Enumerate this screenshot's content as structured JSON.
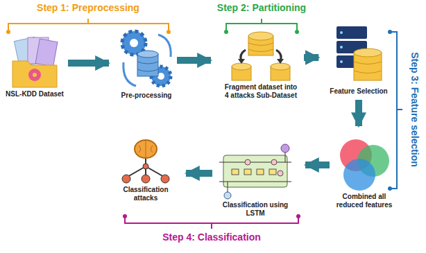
{
  "diagram": {
    "nodes": [
      {
        "text": [
          "NSL-KDD Dataset"
        ]
      },
      {
        "text": [
          "Pre-processing"
        ]
      },
      {
        "text": [
          "Fragment dataset into 4 attacks Sub-Dataset"
        ]
      },
      {
        "text": [
          "Feature Selection"
        ]
      },
      {
        "text": [
          "Combined all reduced features"
        ]
      },
      {
        "text": [
          "Classification using LSTM"
        ]
      },
      {
        "text": [
          "Classification attacks"
        ]
      }
    ],
    "edges": [
      {
        "from": 0,
        "to": 1,
        "arrow": "to"
      },
      {
        "from": 1,
        "to": 2,
        "arrow": "to"
      },
      {
        "from": 2,
        "to": 3,
        "arrow": "to"
      },
      {
        "from": 3,
        "to": 4,
        "arrow": "to"
      },
      {
        "from": 4,
        "to": 5,
        "arrow": "to"
      },
      {
        "from": 5,
        "to": 6,
        "arrow": "to"
      }
    ],
    "labels": [
      "Step 1: Preprocessing",
      "Step 2: Partitioning",
      "Step 3: Feature selection",
      "Step 4: Classification"
    ]
  }
}
